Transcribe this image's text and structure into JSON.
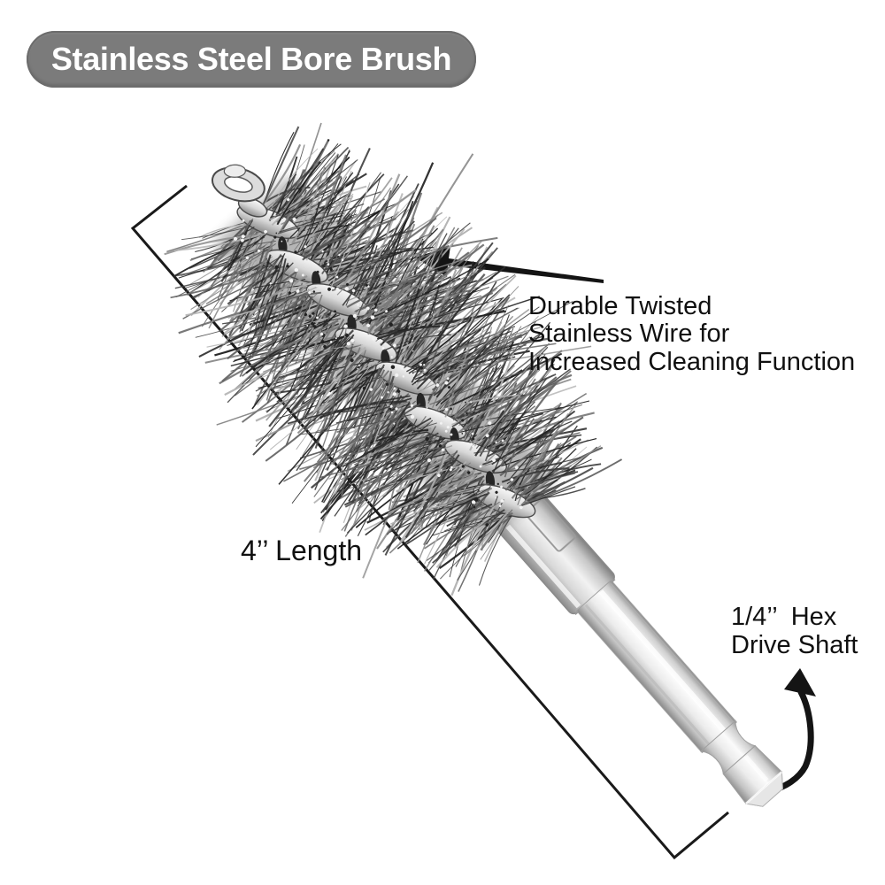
{
  "badge": {
    "label": "Stainless Steel Bore Brush"
  },
  "callouts": {
    "wire": "Durable Twisted\nStainless Wire for\nIncreased Cleaning Function",
    "length": "4’’ Length",
    "hex": "1/4’’  Hex\nDrive Shaft"
  },
  "colors": {
    "background": "#ffffff",
    "badge_bg": "#7b7b7b",
    "badge_text": "#ffffff",
    "ink": "#141414",
    "steel_light": "#f7f7f7",
    "steel_mid": "#c9c9c9",
    "steel_dark": "#8f8f8f",
    "bristle_dark": "#1d1d1d",
    "bristle_light": "#b3b3b3"
  }
}
